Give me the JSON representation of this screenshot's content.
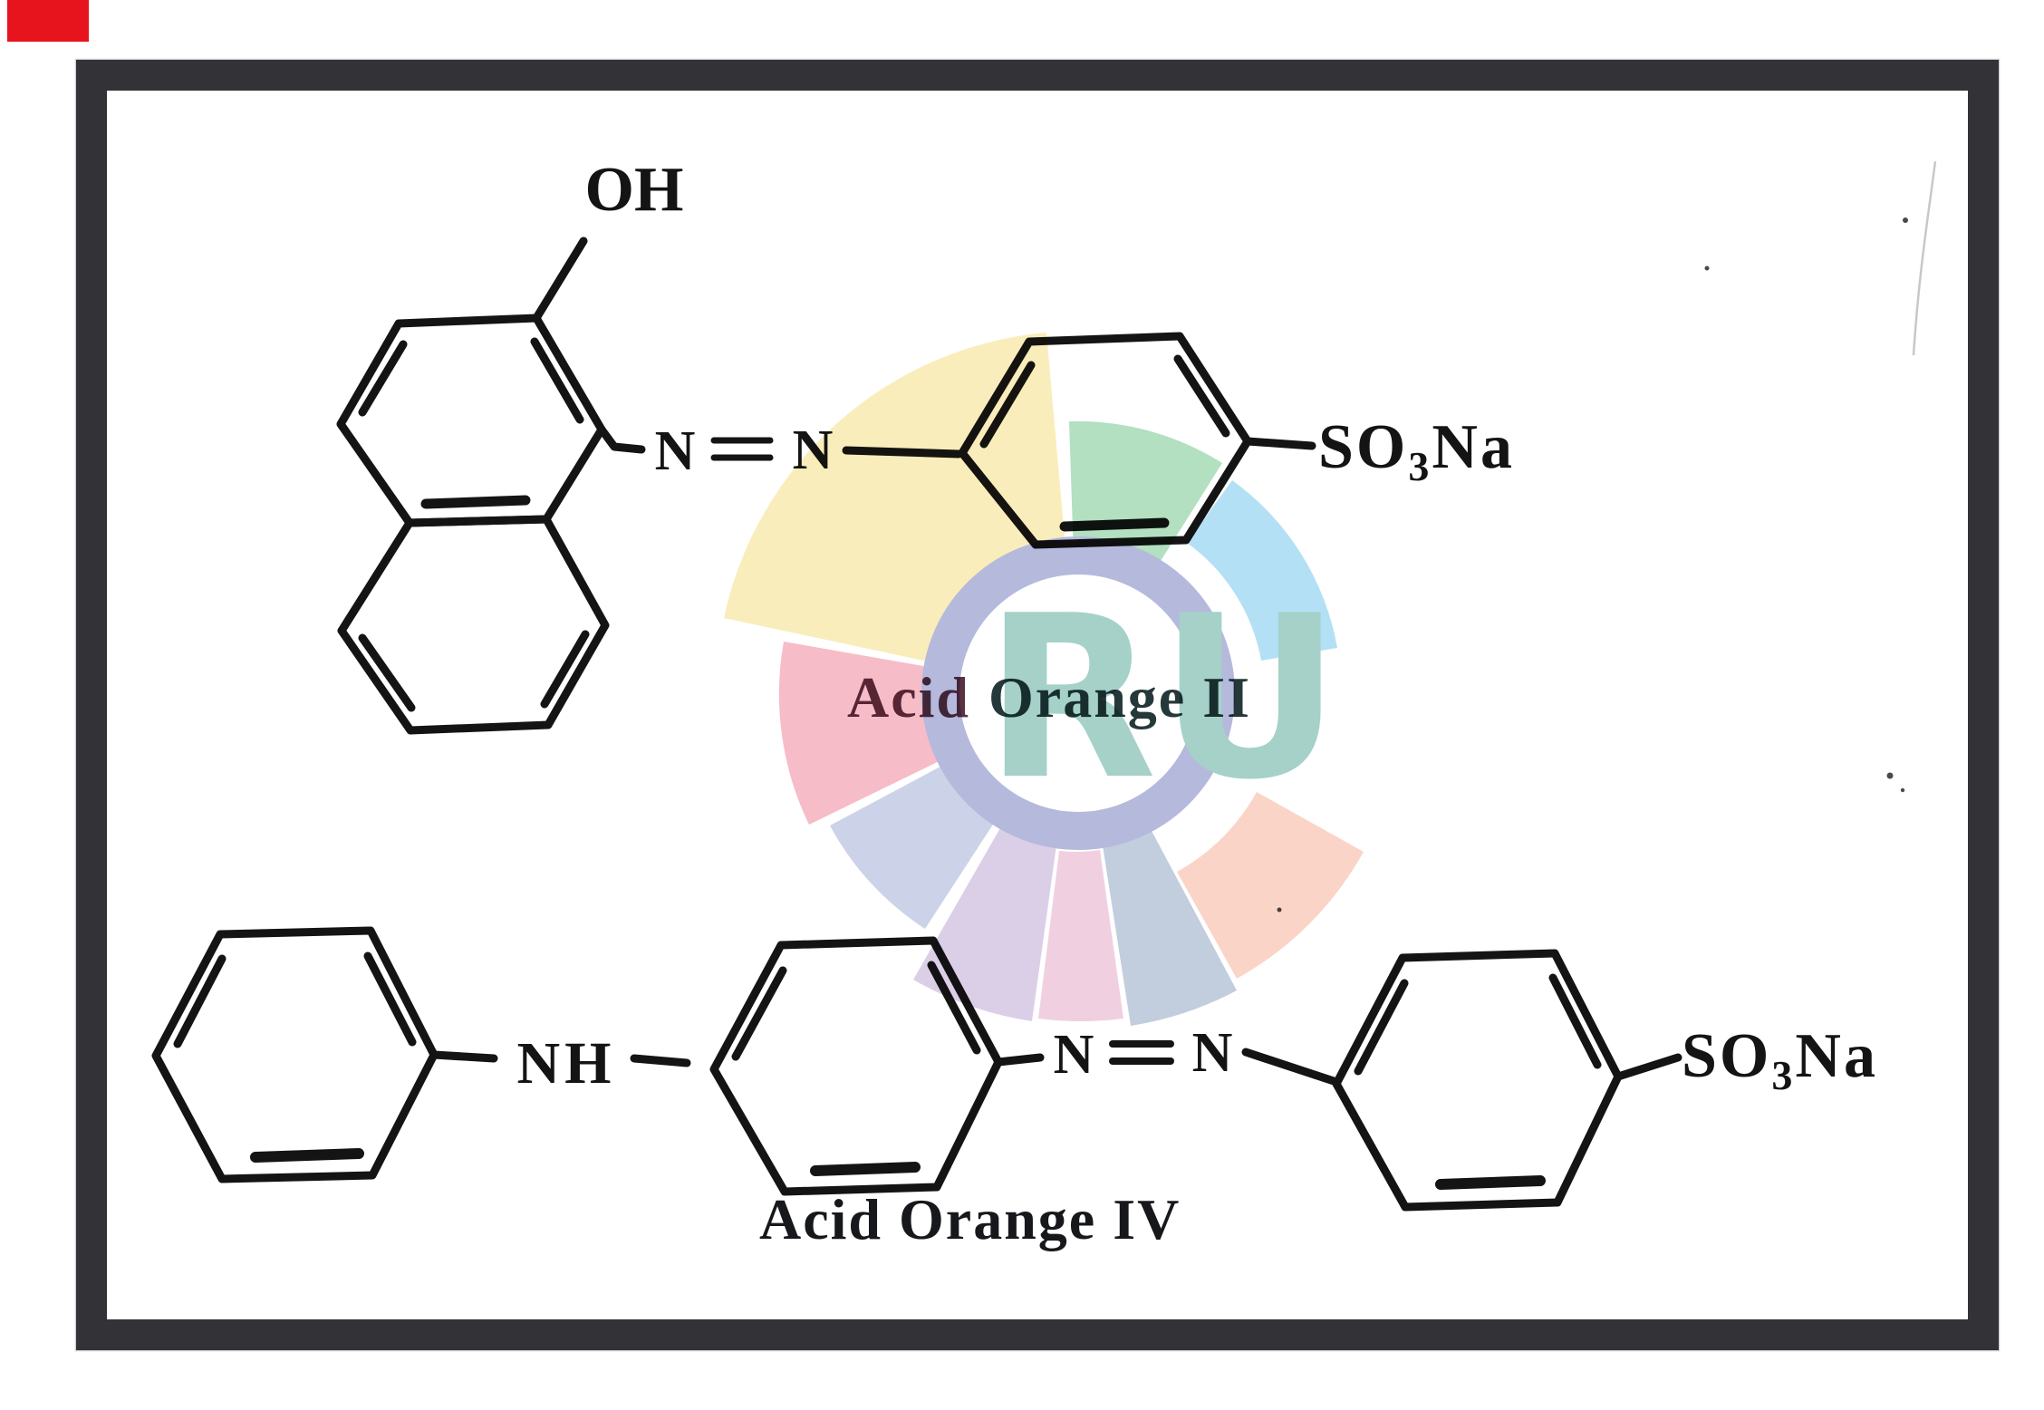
{
  "page": {
    "background": "#ffffff"
  },
  "marker": {
    "color": "#e8141d"
  },
  "frame": {
    "color": "#333236",
    "outline_color": "#cfcfcf"
  },
  "ink": {
    "color": "#141414",
    "speck_color": "#4a4a4a",
    "scratch_color": "#c8c8c8"
  },
  "watermark": {
    "letters": "RU",
    "letters_color": "#a5d1c9",
    "ring_color": "#b5b9dc",
    "blades": {
      "yellow": "#f9edbb",
      "green": "#b2e0c0",
      "sky": "#b4e0f6",
      "rose": "#f6bcc8",
      "periwinkle": "#ccd3e8",
      "lavender": "#dbcfe8",
      "pale_pink": "#f0d0e0",
      "blue_gray": "#c2cddd",
      "salmon": "#fbd4c8"
    }
  },
  "structures": {
    "acid_orange_2": {
      "hydroxyl": "OH",
      "azo_left": "N",
      "azo_right": "N",
      "sulfonate": {
        "so": "SO",
        "sub": "3",
        "na": "Na"
      },
      "caption_word1": "Acid",
      "caption_word2": "Orange II",
      "caption_color1": "#5a3242",
      "caption_color2": "#25383a"
    },
    "acid_orange_4": {
      "amine": "NH",
      "azo_left": "N",
      "azo_right": "N",
      "sulfonate": {
        "so": "SO",
        "sub": "3",
        "na": "Na"
      },
      "caption": "Acid Orange IV",
      "caption_color": "#17181c"
    }
  }
}
